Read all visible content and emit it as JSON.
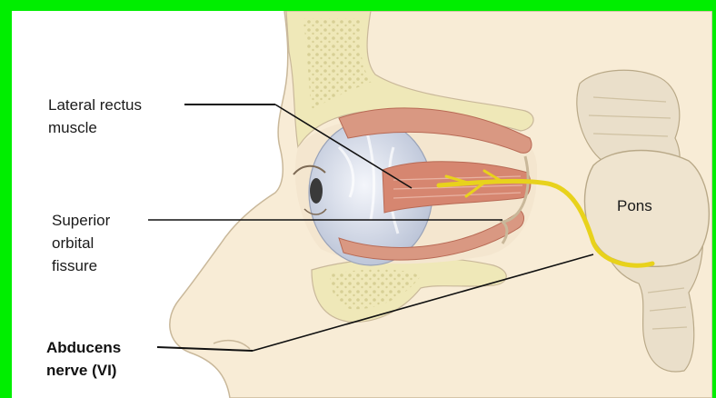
{
  "labels": {
    "lateral_rectus_line1": "Lateral rectus",
    "lateral_rectus_line2": "muscle",
    "superior_orbital_line1": "Superior",
    "superior_orbital_line2": "orbital",
    "superior_orbital_line3": "fissure",
    "abducens_line1": "Abducens",
    "abducens_line2": "nerve (VI)",
    "pons": "Pons"
  },
  "colors": {
    "frame": "#00ee00",
    "skin": "#f8ecd6",
    "skin_outline": "#c9b89a",
    "bone": "#efe8b8",
    "bone_dots": "#d7cf95",
    "muscle": "#d99882",
    "muscle_dark": "#b86a55",
    "eyeball": "#e6eaf3",
    "nerve": "#e8d21c",
    "brainstem": "#eadfca",
    "leader_line": "#111111"
  }
}
